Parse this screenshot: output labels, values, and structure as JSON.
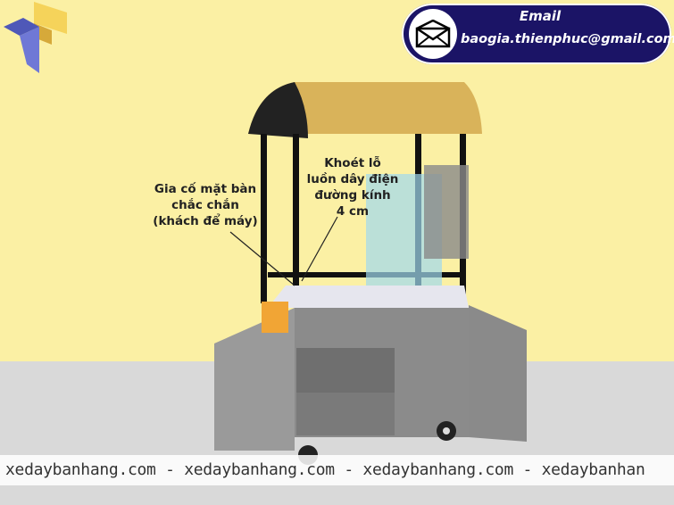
{
  "contact": {
    "title": "Email",
    "address": "baogia.thienphuc@gmail.com",
    "icon": "envelope-icon"
  },
  "annotations": {
    "left": [
      "Gia cố mặt bàn",
      "chắc chắn",
      "(khách để máy)"
    ],
    "right": [
      "Khoét lỗ",
      "luồn dây điện",
      "đường kính",
      "4 cm"
    ]
  },
  "banner": {
    "text": "xedaybanhang.com - xedaybanhang.com - xedaybanhang.com - xedaybanhan"
  },
  "colors": {
    "background": "#fbf0a4",
    "pill": "#1b1466",
    "logo_blue": "#5b63c8",
    "logo_yellow": "#f2c94c"
  }
}
